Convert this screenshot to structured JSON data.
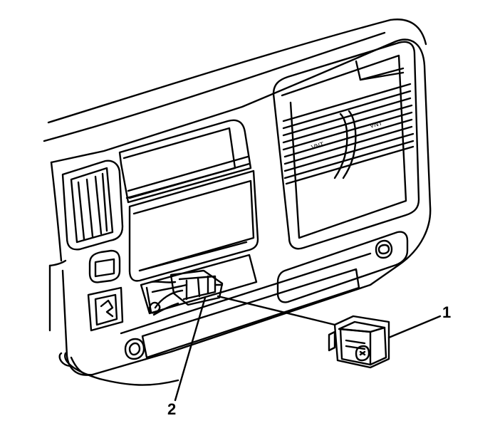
{
  "diagram": {
    "callouts": [
      {
        "id": "1",
        "text": "1"
      },
      {
        "id": "2",
        "text": "2"
      }
    ],
    "vent_markings": [
      "VNT",
      "VNT"
    ]
  },
  "colors": {
    "line": "#000000",
    "background": "#ffffff"
  }
}
